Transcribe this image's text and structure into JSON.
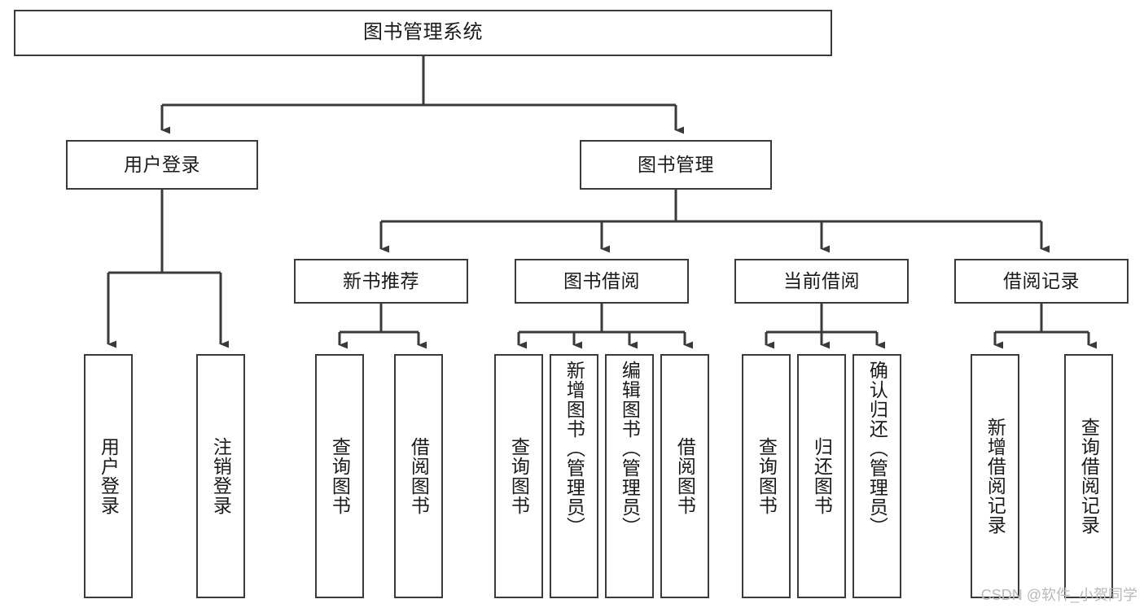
{
  "diagram": {
    "title": "图书管理系统",
    "type": "tree-hierarchy",
    "watermark": "CSDN @软件_小贺同学",
    "colors": {
      "box_border": "#3a3a3a",
      "box_fill": "#ffffff",
      "edge": "#3a3a3a",
      "text": "#1a1a1a",
      "watermark": "#b9b9b9",
      "background": "#ffffff"
    },
    "nodes": {
      "root": {
        "label": "图书管理系统"
      },
      "level2": [
        {
          "id": "user-login",
          "label": "用户登录"
        },
        {
          "id": "book-manage",
          "label": "图书管理"
        }
      ],
      "level3": [
        {
          "id": "new-book-recommend",
          "label": "新书推荐"
        },
        {
          "id": "book-borrow",
          "label": "图书借阅"
        },
        {
          "id": "current-borrow",
          "label": "当前借阅"
        },
        {
          "id": "borrow-record",
          "label": "借阅记录"
        }
      ],
      "leaves": {
        "user-login": [
          {
            "id": "leaf-user-login",
            "label": "用户登录"
          },
          {
            "id": "leaf-logout-login",
            "label": "注销登录"
          }
        ],
        "new-book-recommend": [
          {
            "id": "leaf-query-book-1",
            "label": "查询图书"
          },
          {
            "id": "leaf-borrow-book-1",
            "label": "借阅图书"
          }
        ],
        "book-borrow": [
          {
            "id": "leaf-query-book-2",
            "label": "查询图书"
          },
          {
            "id": "leaf-add-book",
            "label": "新增图书（管理员）"
          },
          {
            "id": "leaf-edit-book",
            "label": "编辑图书（管理员）"
          },
          {
            "id": "leaf-borrow-book-2",
            "label": "借阅图书"
          }
        ],
        "current-borrow": [
          {
            "id": "leaf-query-book-3",
            "label": "查询图书"
          },
          {
            "id": "leaf-return-book",
            "label": "归还图书"
          },
          {
            "id": "leaf-confirm-return",
            "label": "确认归还（管理员）"
          }
        ],
        "borrow-record": [
          {
            "id": "leaf-add-record",
            "label": "新增借阅记录"
          },
          {
            "id": "leaf-query-record",
            "label": "查询借阅记录"
          }
        ]
      }
    }
  }
}
